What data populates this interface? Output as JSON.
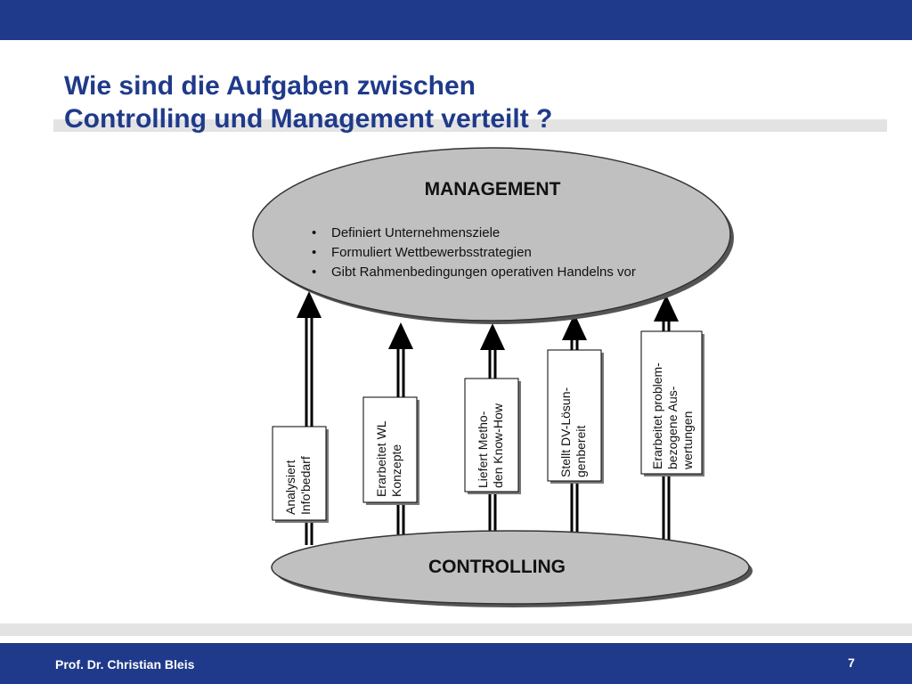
{
  "slide": {
    "title_lines": [
      "Wie sind die Aufgaben zwischen",
      "Controlling und Management verteilt ?"
    ],
    "footer_author": "Prof. Dr. Christian Bleis",
    "page_number": "7"
  },
  "diagram": {
    "management": {
      "label": "MANAGEMENT",
      "tasks": [
        "Definiert Unternehmensziele",
        "Formuliert Wettbewerbsstrategien",
        "Gibt Rahmenbedingungen operativen Handelns vor"
      ]
    },
    "controlling": {
      "label": "CONTROLLING"
    },
    "flows": [
      {
        "lines": [
          "Analysiert",
          "Info'bedarf"
        ]
      },
      {
        "lines": [
          "Erarbeitet WL",
          "Konzepte"
        ]
      },
      {
        "lines": [
          "Liefert Metho-",
          "den Know-How"
        ]
      },
      {
        "lines": [
          "Stellt DV-Lösun-",
          "genbereit"
        ]
      },
      {
        "lines": [
          "Erarbeitet problem-",
          "bezogene Aus-",
          "wertungen"
        ]
      }
    ]
  },
  "colors": {
    "brand_blue": "#1f3a8a",
    "ellipse_fill": "#c0c0c0",
    "band_grey": "#e3e3e3"
  }
}
